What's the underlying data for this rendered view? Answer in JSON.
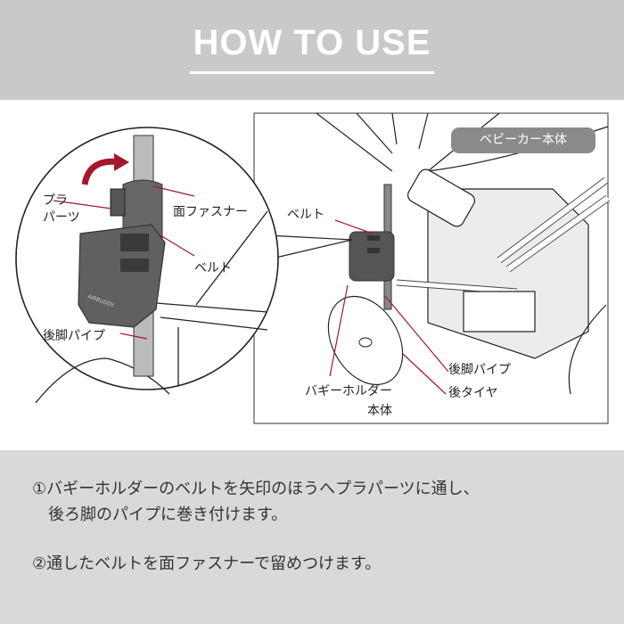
{
  "header": {
    "title": "HOW TO USE"
  },
  "detail_labels": {
    "plastic_part_1": "プラ",
    "plastic_part_2": "パーツ",
    "velcro": "面ファスナー",
    "belt": "ベルト",
    "rear_leg_pipe": "後脚パイプ",
    "brand": "AIRBUDDY."
  },
  "overview_labels": {
    "stroller_body": "ベビーカー本体",
    "belt": "ベルト",
    "rear_leg_pipe": "後脚パイプ",
    "rear_tire": "後タイヤ",
    "holder_body_1": "バギーホルダー",
    "holder_body_2": "本体"
  },
  "steps": [
    {
      "line1": "①バギーホルダーのベルトを矢印のほうへプラパーツに通し、",
      "line2": "　後ろ脚のパイプに巻き付けます。"
    },
    {
      "line1": "②通したベルトを面ファスナーで留めつけます。"
    }
  ],
  "colors": {
    "accent": "#a3182f",
    "header_bg": "#c9c9c9",
    "footer_bg": "#d9d9d9"
  }
}
